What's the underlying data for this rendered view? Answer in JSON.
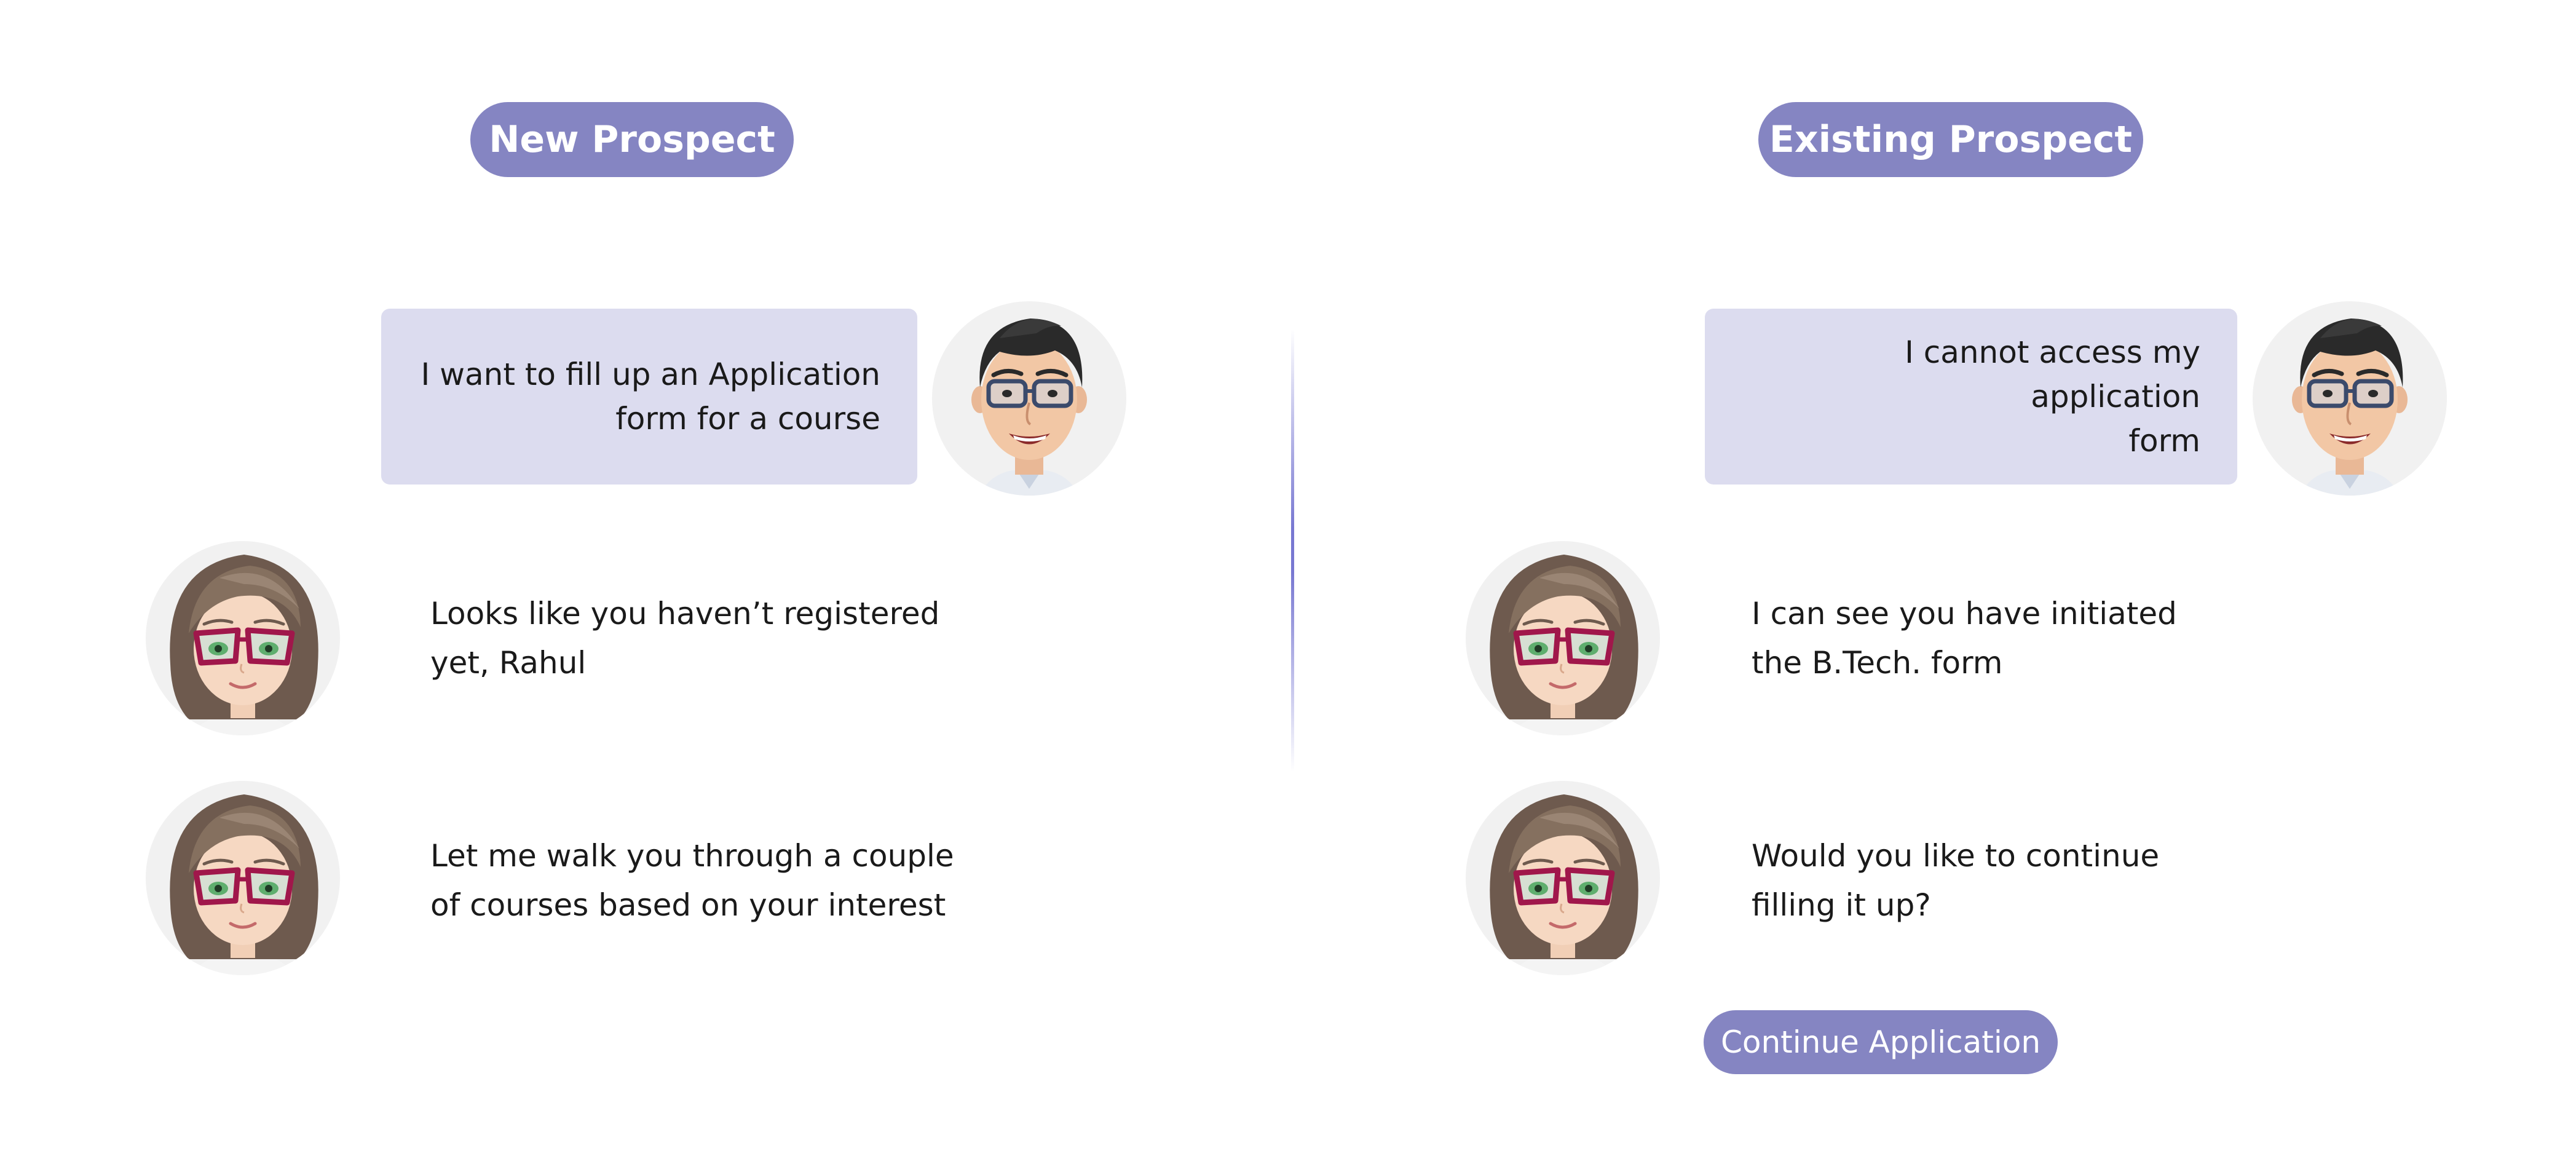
{
  "panels": {
    "left": {
      "tab_label": "New Prospect",
      "user_message": {
        "line1": "I want to fill up an Application",
        "line2": "form for a course"
      },
      "agent_messages": [
        {
          "line1": "Looks like you haven’t registered",
          "line2": "yet, Rahul"
        },
        {
          "line1": "Let me walk you through a couple",
          "line2": "of courses based on your interest"
        }
      ]
    },
    "right": {
      "tab_label": "Existing Prospect",
      "user_message": {
        "line1": "I cannot access my application",
        "line2": "form"
      },
      "agent_messages": [
        {
          "line1": "I can see you have initiated",
          "line2": "the B.Tech. form"
        },
        {
          "line1": "Would you like to continue",
          "line2": "filling it up?"
        }
      ],
      "action_button_label": "Continue Application"
    }
  },
  "icons": {
    "user_avatar": "male-user-avatar-icon",
    "agent_avatar": "female-agent-avatar-icon"
  },
  "colors": {
    "accent": "#8585c2",
    "user_bubble": "#dcdcef",
    "divider": "#7878d2"
  }
}
